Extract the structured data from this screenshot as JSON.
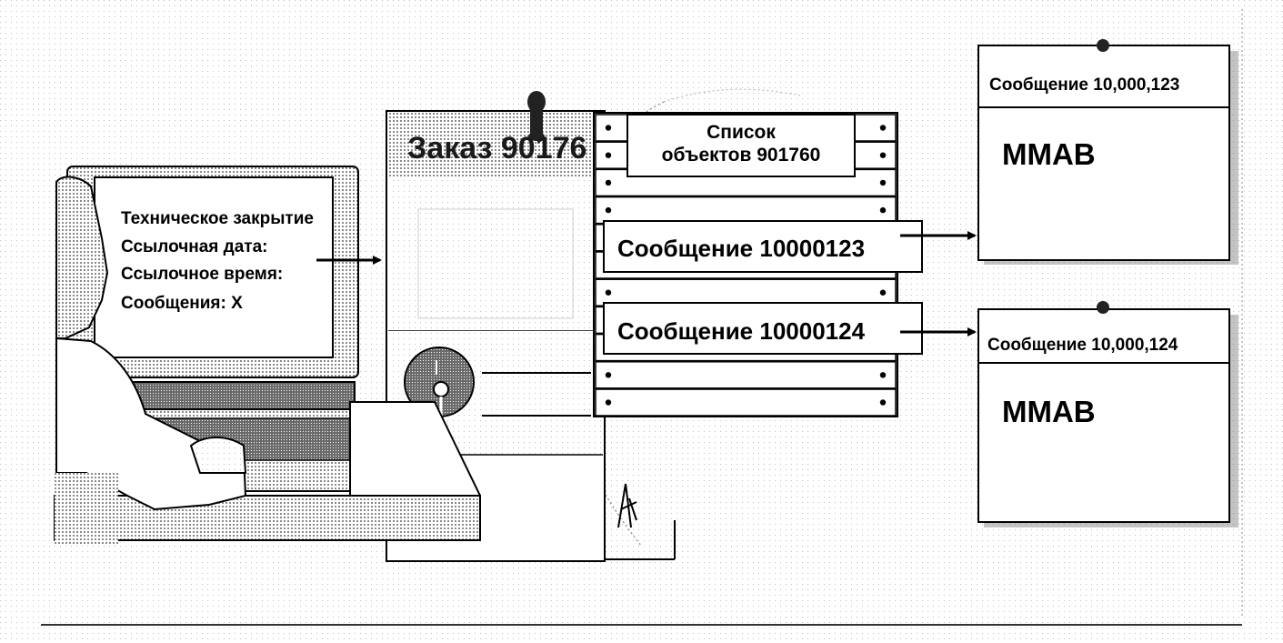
{
  "screen": {
    "lines": [
      "Техническое закрытие",
      "Ссылочная дата:",
      "Ссылочное время:",
      "Сообщения:  X"
    ]
  },
  "order": {
    "title": "Заказ 90176"
  },
  "object_list": {
    "title_line1": "Список",
    "title_line2": "объектов 901760",
    "message_a": "Сообщение 10000123",
    "message_b": "Сообщение 10000124"
  },
  "notes": [
    {
      "header": "Сообщение 10,000,123",
      "body": "MMAB"
    },
    {
      "header": "Сообщение 10,000,124",
      "body": "MMAB"
    }
  ],
  "colors": {
    "ink": "#000000",
    "paper": "#ffffff",
    "halftone": "#9a9a9a"
  }
}
